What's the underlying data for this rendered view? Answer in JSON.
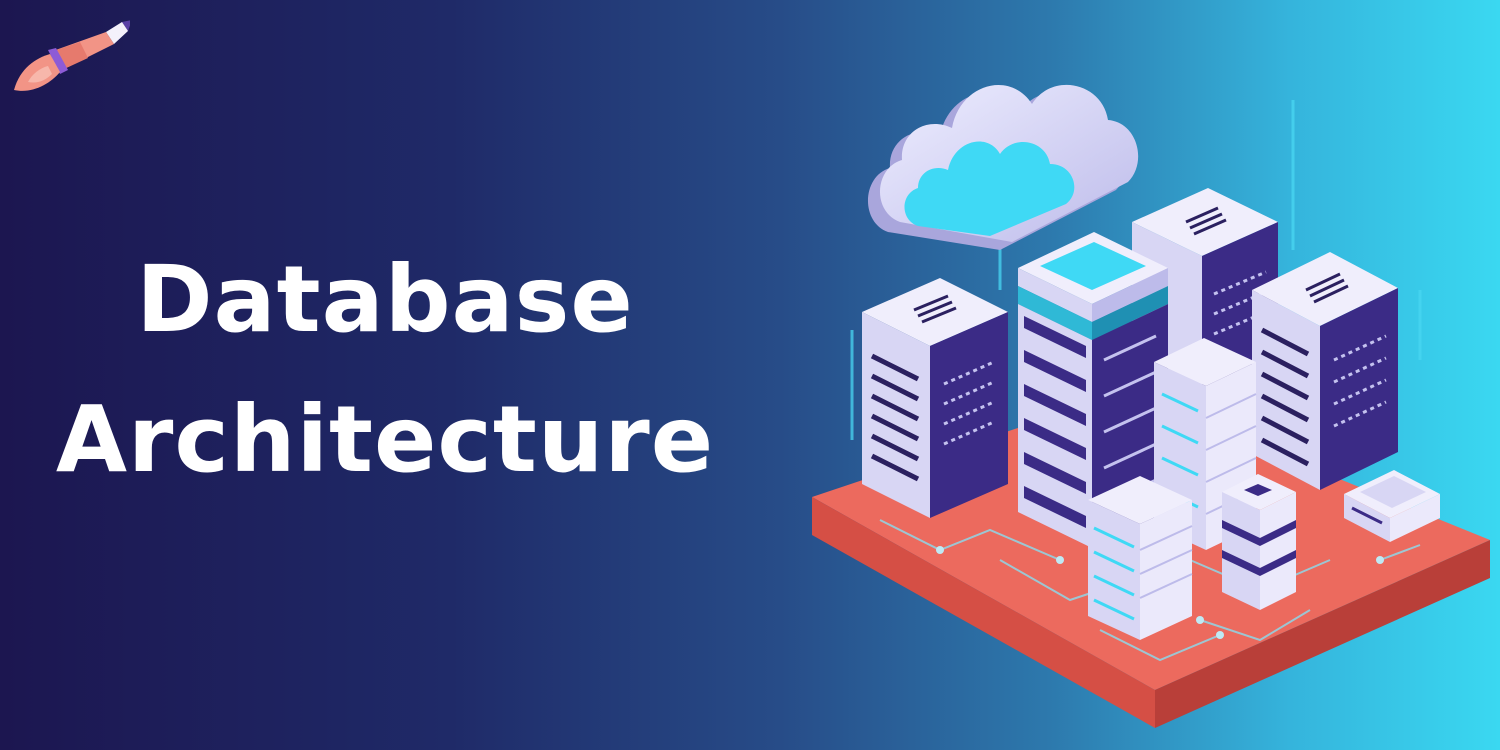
{
  "banner": {
    "title_line1": "Database",
    "title_line2": "Architecture"
  },
  "icons": {
    "logo": "rocket-pencil-icon",
    "illustration": "cloud-database-servers-illustration"
  },
  "colors": {
    "background_start": "#1c1650",
    "background_end": "#3ad8f1",
    "title_text": "#ffffff",
    "platform": "#ec6a5e",
    "cloud": "#3fd9f5",
    "server_light": "#d8d6f4",
    "server_dark": "#3b2b86"
  }
}
